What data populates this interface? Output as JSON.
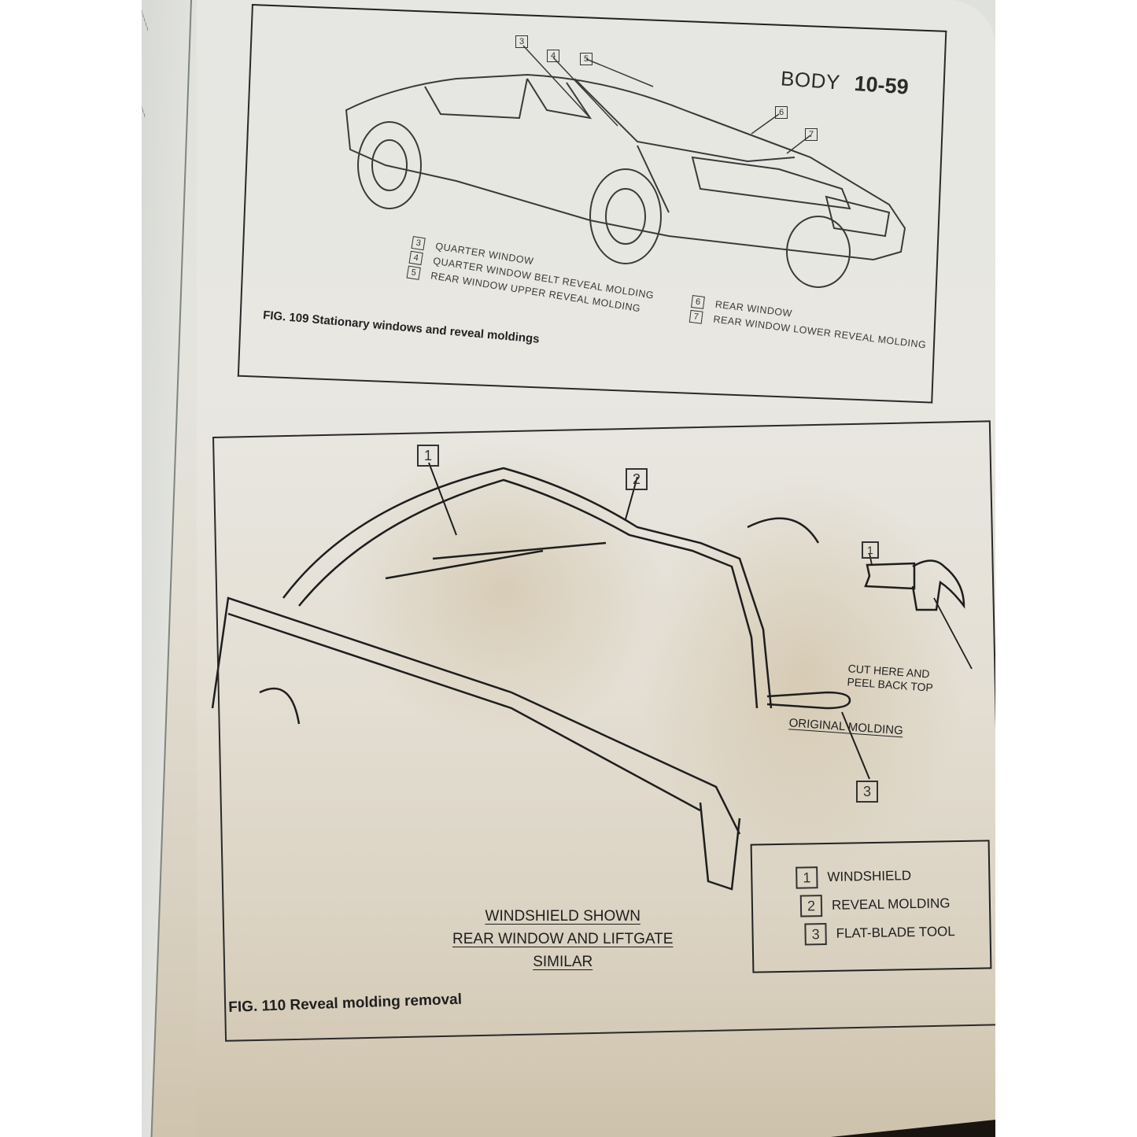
{
  "page_header": {
    "section": "BODY",
    "page_number": "10-59"
  },
  "figure_109": {
    "caption": "FIG. 109 Stationary windows and reveal moldings",
    "callouts": [
      "3",
      "4",
      "5",
      "6",
      "7"
    ],
    "legend": [
      {
        "num": "3",
        "label": "QUARTER WINDOW"
      },
      {
        "num": "4",
        "label": "QUARTER WINDOW BELT REVEAL MOLDING"
      },
      {
        "num": "5",
        "label": "REAR WINDOW UPPER REVEAL MOLDING"
      },
      {
        "num": "6",
        "label": "REAR WINDOW"
      },
      {
        "num": "7",
        "label": "REAR WINDOW LOWER REVEAL MOLDING"
      }
    ]
  },
  "figure_110": {
    "caption": "FIG. 110 Reveal molding removal",
    "callouts": [
      "1",
      "2",
      "1",
      "3"
    ],
    "detail": {
      "instruction_line1": "CUT HERE AND",
      "instruction_line2": "PEEL BACK TOP",
      "title": "ORIGINAL MOLDING"
    },
    "note": {
      "line1": "WINDSHIELD SHOWN",
      "line2": "REAR WINDOW AND LIFTGATE",
      "line3": "SIMILAR"
    },
    "legend": [
      {
        "num": "1",
        "label": "WINDSHIELD"
      },
      {
        "num": "2",
        "label": "REVEAL MOLDING"
      },
      {
        "num": "3",
        "label": "FLAT-BLADE TOOL"
      }
    ]
  },
  "colors": {
    "paper": "#e6e7e2",
    "paper_stain": "#d9d0bf",
    "ink": "#222222",
    "background": "#ffffff"
  }
}
